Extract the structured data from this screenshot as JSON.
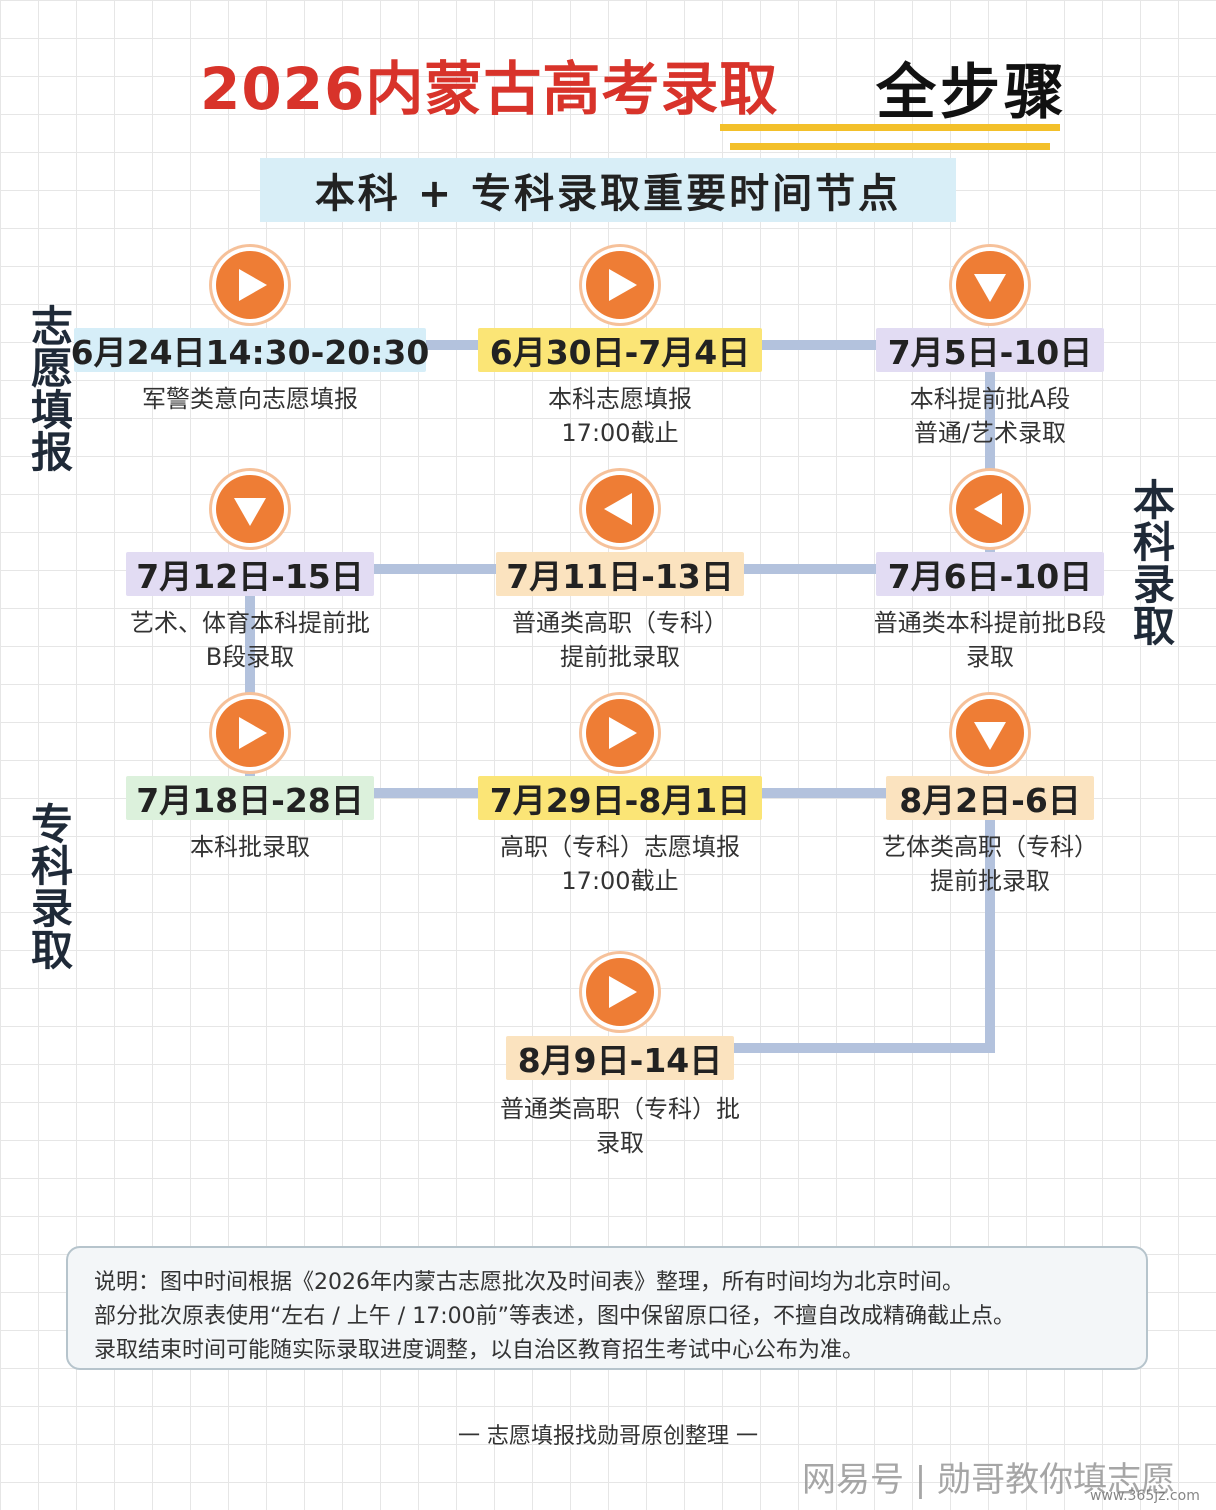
{
  "header": {
    "title": "2026内蒙古高考录取",
    "title_right": "全步骤",
    "subtitle": "本科 + 专科录取重要时间节点"
  },
  "side_labels": {
    "left_top": "志愿填报",
    "right": "本科录取",
    "left_bottom": "专科录取"
  },
  "nodes": [
    {
      "date": "6月24日14:30-20:30",
      "desc": [
        "军警类意向志愿填报"
      ],
      "icon": "play-right-icon",
      "box_color": "#d6eef8"
    },
    {
      "date": "6月30日-7月4日",
      "desc": [
        "本科志愿填报",
        "17:00截止"
      ],
      "icon": "play-right-icon",
      "box_color": "#fbe576"
    },
    {
      "date": "7月5日-10日",
      "desc": [
        "本科提前批A段",
        "普通/艺术录取"
      ],
      "icon": "play-down-icon",
      "box_color": "#e2dcf3"
    },
    {
      "date": "7月12日-15日",
      "desc": [
        "艺术、体育本科提前批",
        "B段录取"
      ],
      "icon": "play-down-icon",
      "box_color": "#e2dcf3"
    },
    {
      "date": "7月11日-13日",
      "desc": [
        "普通类高职（专科）",
        "提前批录取"
      ],
      "icon": "play-left-icon",
      "box_color": "#fbe3bf"
    },
    {
      "date": "7月6日-10日",
      "desc": [
        "普通类本科提前批B段",
        "录取"
      ],
      "icon": "play-left-icon",
      "box_color": "#e2dcf3"
    },
    {
      "date": "7月18日-28日",
      "desc": [
        "本科批录取"
      ],
      "icon": "play-right-icon",
      "box_color": "#dcf1dc"
    },
    {
      "date": "7月29日-8月1日",
      "desc": [
        "高职（专科）志愿填报",
        "17:00截止"
      ],
      "icon": "play-right-icon",
      "box_color": "#fbe576"
    },
    {
      "date": "8月2日-6日",
      "desc": [
        "艺体类高职（专科）",
        "提前批录取"
      ],
      "icon": "play-down-icon",
      "box_color": "#fbe3bf"
    },
    {
      "date": "8月9日-14日",
      "desc": [
        "普通类高职（专科）批",
        "录取"
      ],
      "icon": "play-right-icon",
      "box_color": "#fbe3bf"
    }
  ],
  "note": {
    "lines": [
      "说明：图中时间根据《2026年内蒙古志愿批次及时间表》整理，所有时间均为北京时间。",
      "部分批次原表使用“左右 / 上午 / 17:00前”等表述，图中保留原口径，不擅自改成精确截止点。",
      "录取结束时间可能随实际录取进度调整，以自治区教育招生考试中心公布为准。"
    ]
  },
  "footer": {
    "credit": "一 志愿填报找勋哥原创整理 一",
    "watermark": "网易号 | 勋哥教你填志愿",
    "watermark_url": "www.365jz.com"
  },
  "colors": {
    "title_red": "#d8332a",
    "accent_orange": "#ee7d35",
    "connector_blue": "#b3c2dd",
    "underline_yellow": "#f3c02a",
    "subtitle_bg": "#d8eef7"
  }
}
